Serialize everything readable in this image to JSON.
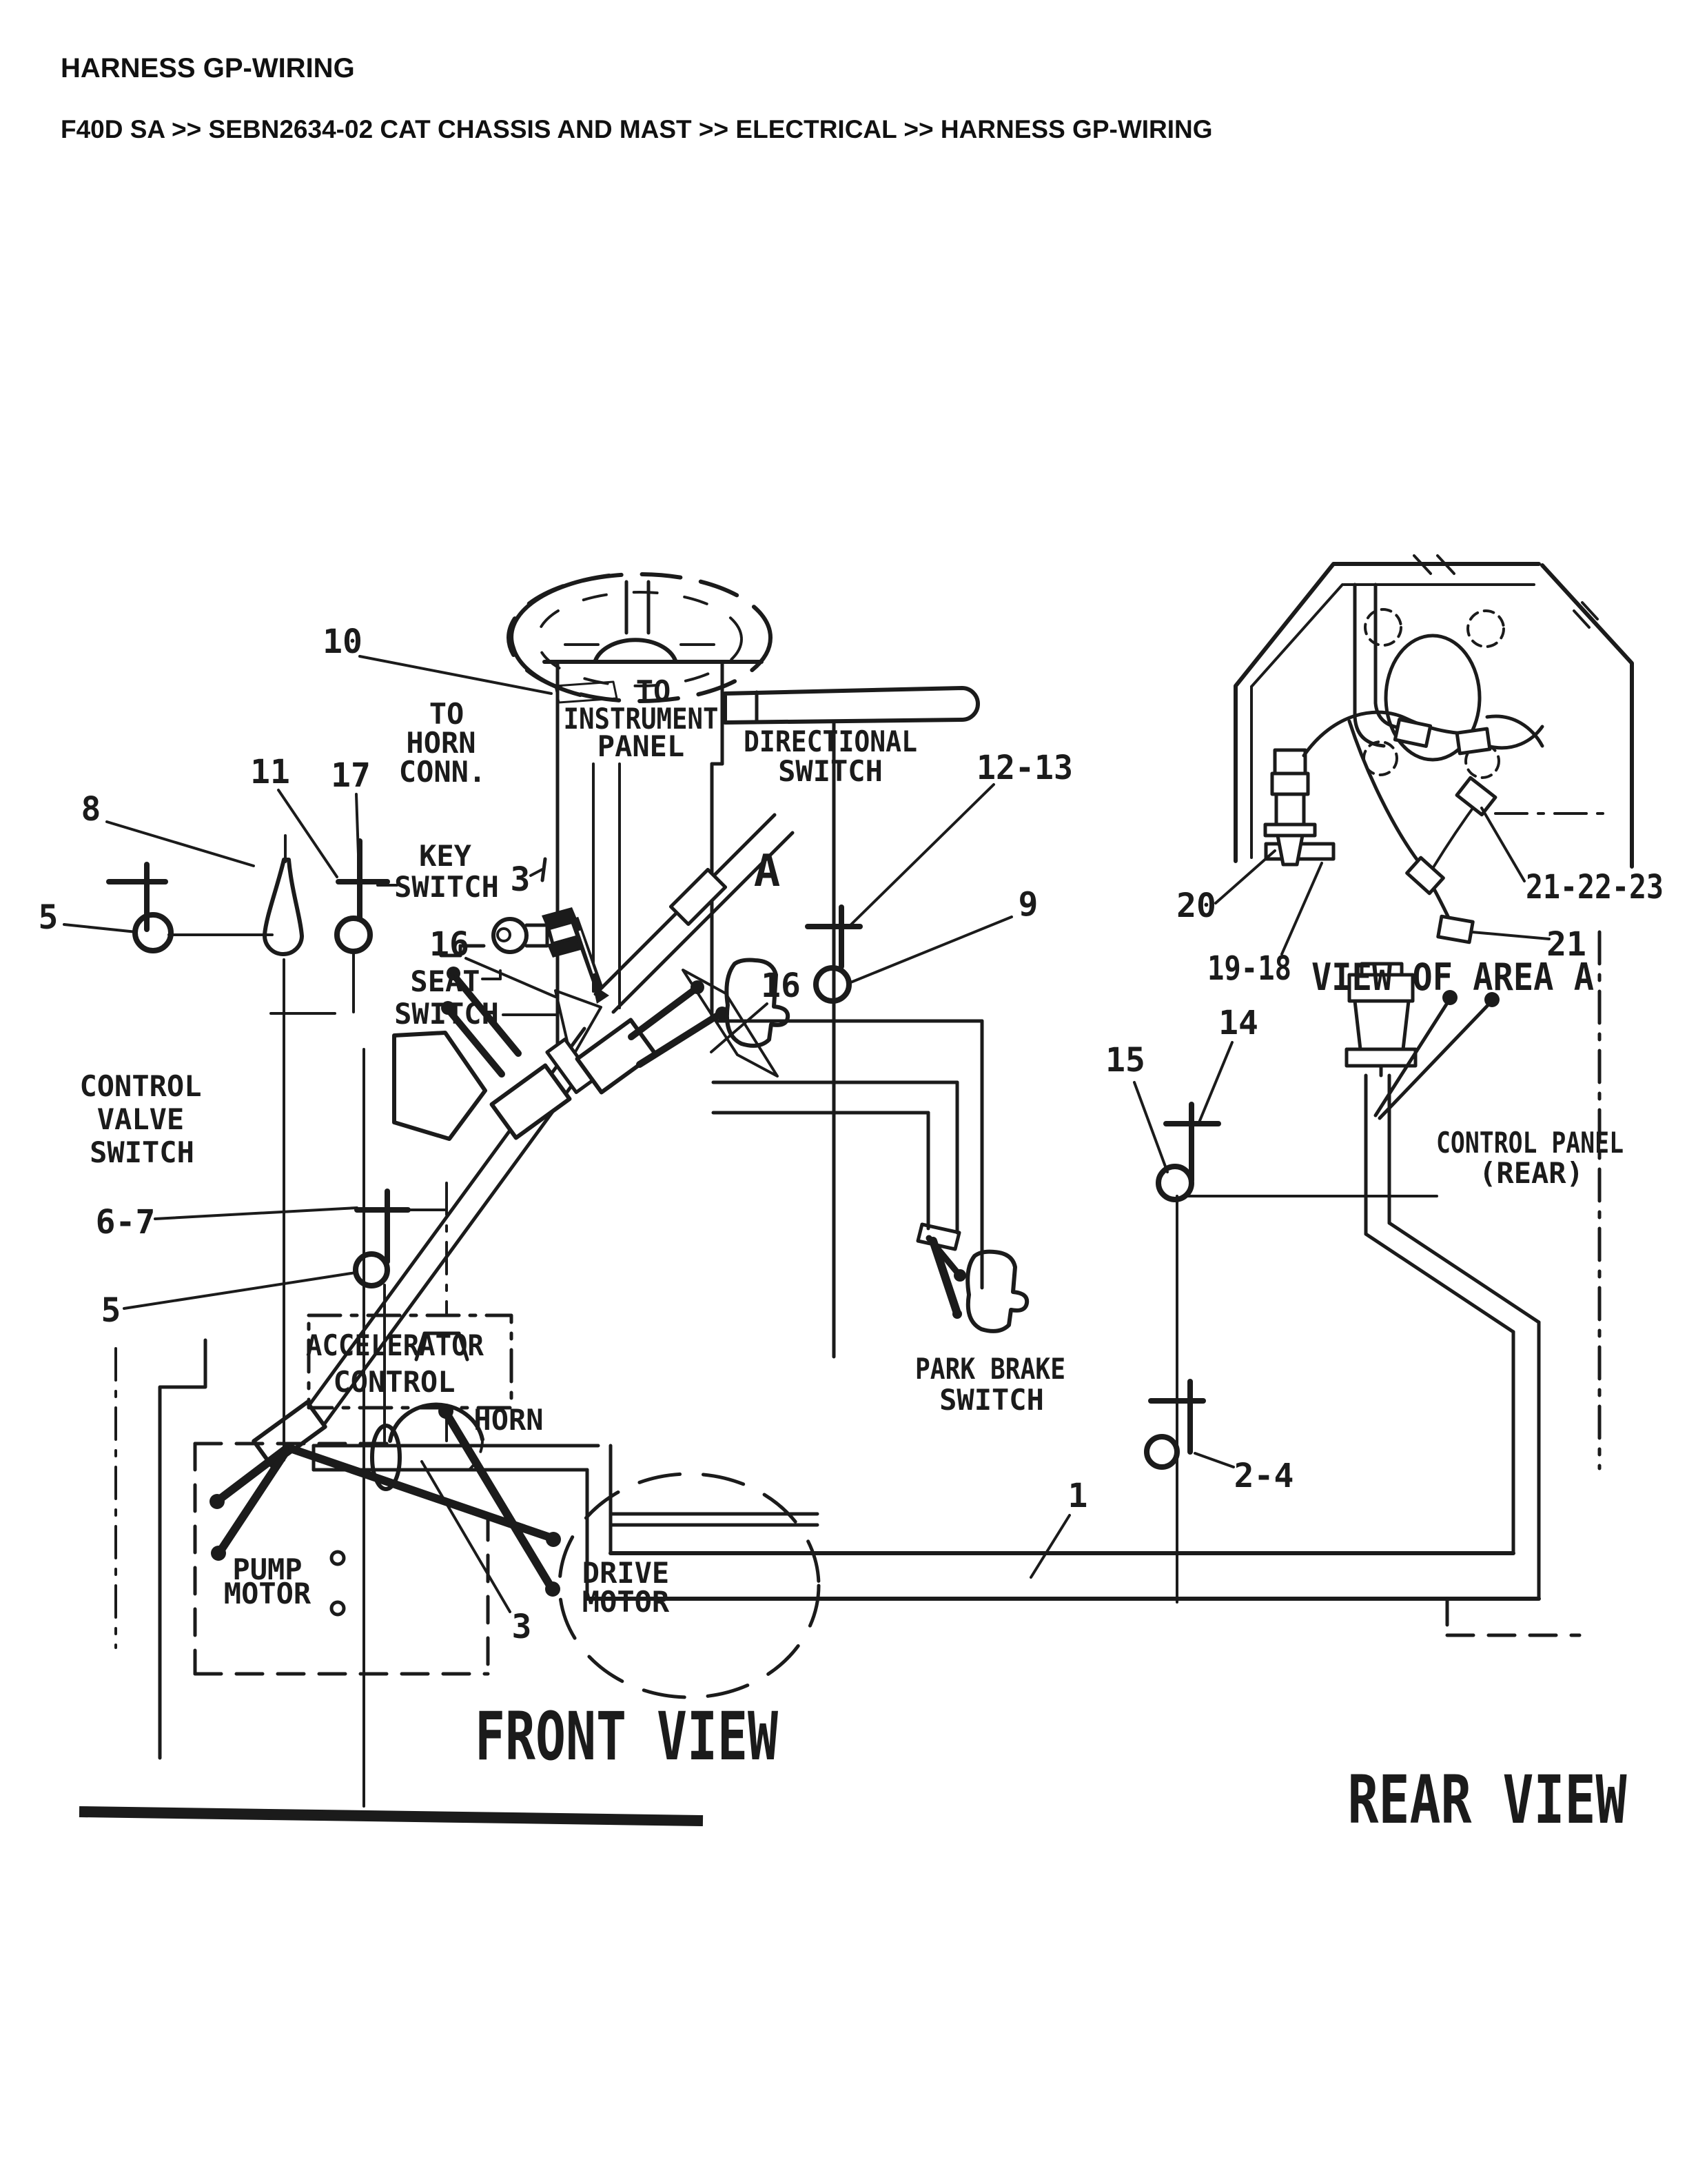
{
  "page": {
    "title": "HARNESS GP-WIRING",
    "breadcrumb": "F40D SA >> SEBN2634-02 CAT CHASSIS AND MAST >> ELECTRICAL >> HARNESS GP-WIRING"
  },
  "colors": {
    "ink": "#1b1b1b",
    "paper": "#ffffff"
  },
  "views": {
    "front": "FRONT VIEW",
    "rear": "REAR VIEW",
    "inset": "VIEW OF AREA A",
    "area_marker": "A"
  },
  "labels": {
    "to_horn_1": "TO",
    "to_horn_2": "HORN",
    "to_horn_3": "CONN.",
    "to_instr_1": "TO",
    "to_instr_2": "INSTRUMENT",
    "to_instr_3": "PANEL",
    "directional_1": "DIRECTIONAL",
    "directional_2": "SWITCH",
    "key_1": "KEY",
    "key_2": "SWITCH",
    "seat_1": "SEAT",
    "seat_2": "SWITCH",
    "cv_1": "CONTROL",
    "cv_2": "VALVE",
    "cv_3": "SWITCH",
    "accel_1": "ACCELERATOR",
    "accel_2": "CONTROL",
    "horn": "HORN",
    "pump_1": "PUMP",
    "pump_2": "MOTOR",
    "drive_1": "DRIVE",
    "drive_2": "MOTOR",
    "park_1": "PARK BRAKE",
    "park_2": "SWITCH",
    "panel_1": "CONTROL PANEL",
    "panel_2": "(REAR)"
  },
  "callouts": {
    "n1": "1",
    "n2_4": "2-4",
    "n3a": "3",
    "n3b": "3",
    "n5a": "5",
    "n5b": "5",
    "n6_7": "6-7",
    "n8": "8",
    "n9": "9",
    "n10": "10",
    "n11": "11",
    "n12_13": "12-13",
    "n14": "14",
    "n15": "15",
    "n16a": "16",
    "n16b": "16",
    "n17": "17",
    "n19_18": "19-18",
    "n20": "20",
    "n21": "21",
    "n21_22_23": "21-22-23"
  }
}
